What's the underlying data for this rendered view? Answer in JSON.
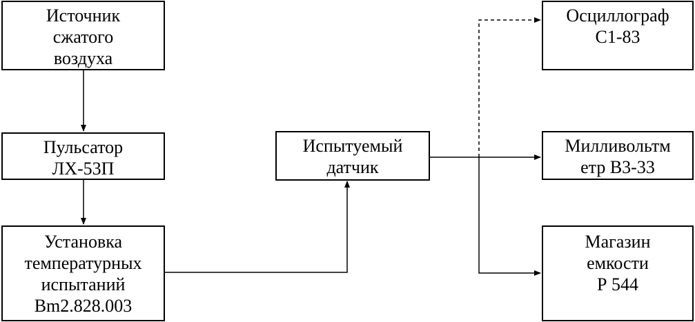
{
  "diagram": {
    "source": [
      "Источник",
      "сжатого",
      "воздуха"
    ],
    "pulsator": [
      "Пульсатор",
      "ЛХ-53П"
    ],
    "installation": [
      "Установка",
      "температурных",
      "испытаний",
      "Вm2.828.003"
    ],
    "sensor": [
      "Испытуемый",
      "датчик"
    ],
    "oscillograph": [
      "Осциллограф",
      "С1-83"
    ],
    "millivoltmeter": [
      "Милливольтм",
      "етр В3-33"
    ],
    "capacitance": [
      "Магазин",
      "емкости",
      "Р 544"
    ]
  }
}
